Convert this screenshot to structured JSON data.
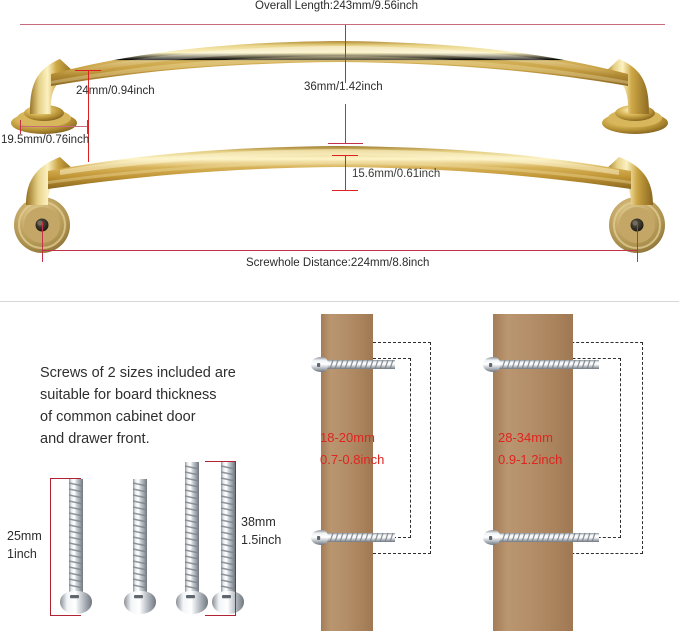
{
  "product": {
    "type": "cabinet-pull-handle",
    "finish_color": "#c9a64e"
  },
  "dimensions_section": {
    "overall_length": "Overall Length:243mm/9.56inch",
    "projection": "36mm/1.42inch",
    "base_height": "24mm/0.94inch",
    "base_width": "19.5mm/0.76inch",
    "bar_thickness": "15.6mm/0.61inch",
    "screwhole_distance": "Screwhole Distance:224mm/8.8inch"
  },
  "screws_section": {
    "description_lines": [
      "Screws of 2 sizes included are",
      "suitable for board thickness",
      "of common cabinet door",
      "and drawer front."
    ],
    "short_screw_label": [
      "25mm",
      "1inch"
    ],
    "long_screw_label": [
      "38mm",
      "1.5inch"
    ],
    "boards": [
      {
        "thickness_mm": "18-20mm",
        "thickness_in": "0.7-0.8inch"
      },
      {
        "thickness_mm": "28-34mm",
        "thickness_in": "0.9-1.2inch"
      }
    ]
  },
  "colors": {
    "dimension_red": "#c3304a",
    "bright_red": "#e02020",
    "note_red": "#e0241f",
    "text_dark": "#2b2b2b",
    "wood": "#b08a63",
    "divider": "#d7d7d7"
  }
}
